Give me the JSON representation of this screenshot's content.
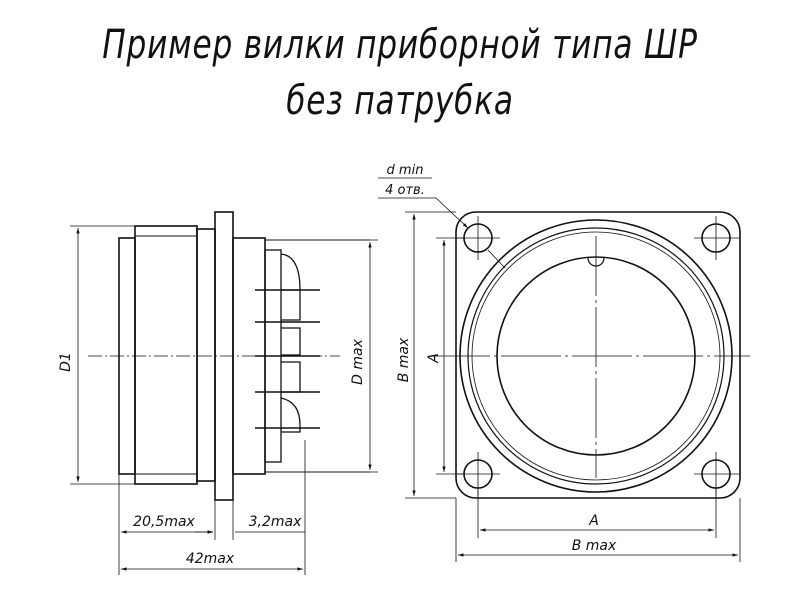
{
  "title": {
    "line1": "Пример вилки приборной типа ШР",
    "line2": "без патрубка"
  },
  "side_view": {
    "d1": "D1",
    "d_max": "D max",
    "len_body": "20,5max",
    "len_flange": "3,2max",
    "len_total": "42max"
  },
  "front_view": {
    "hole_dia": "d min",
    "hole_count": "4 отв.",
    "a_vertical": "A",
    "b_vertical": "B max",
    "a_horizontal": "A",
    "b_horizontal": "B max"
  }
}
